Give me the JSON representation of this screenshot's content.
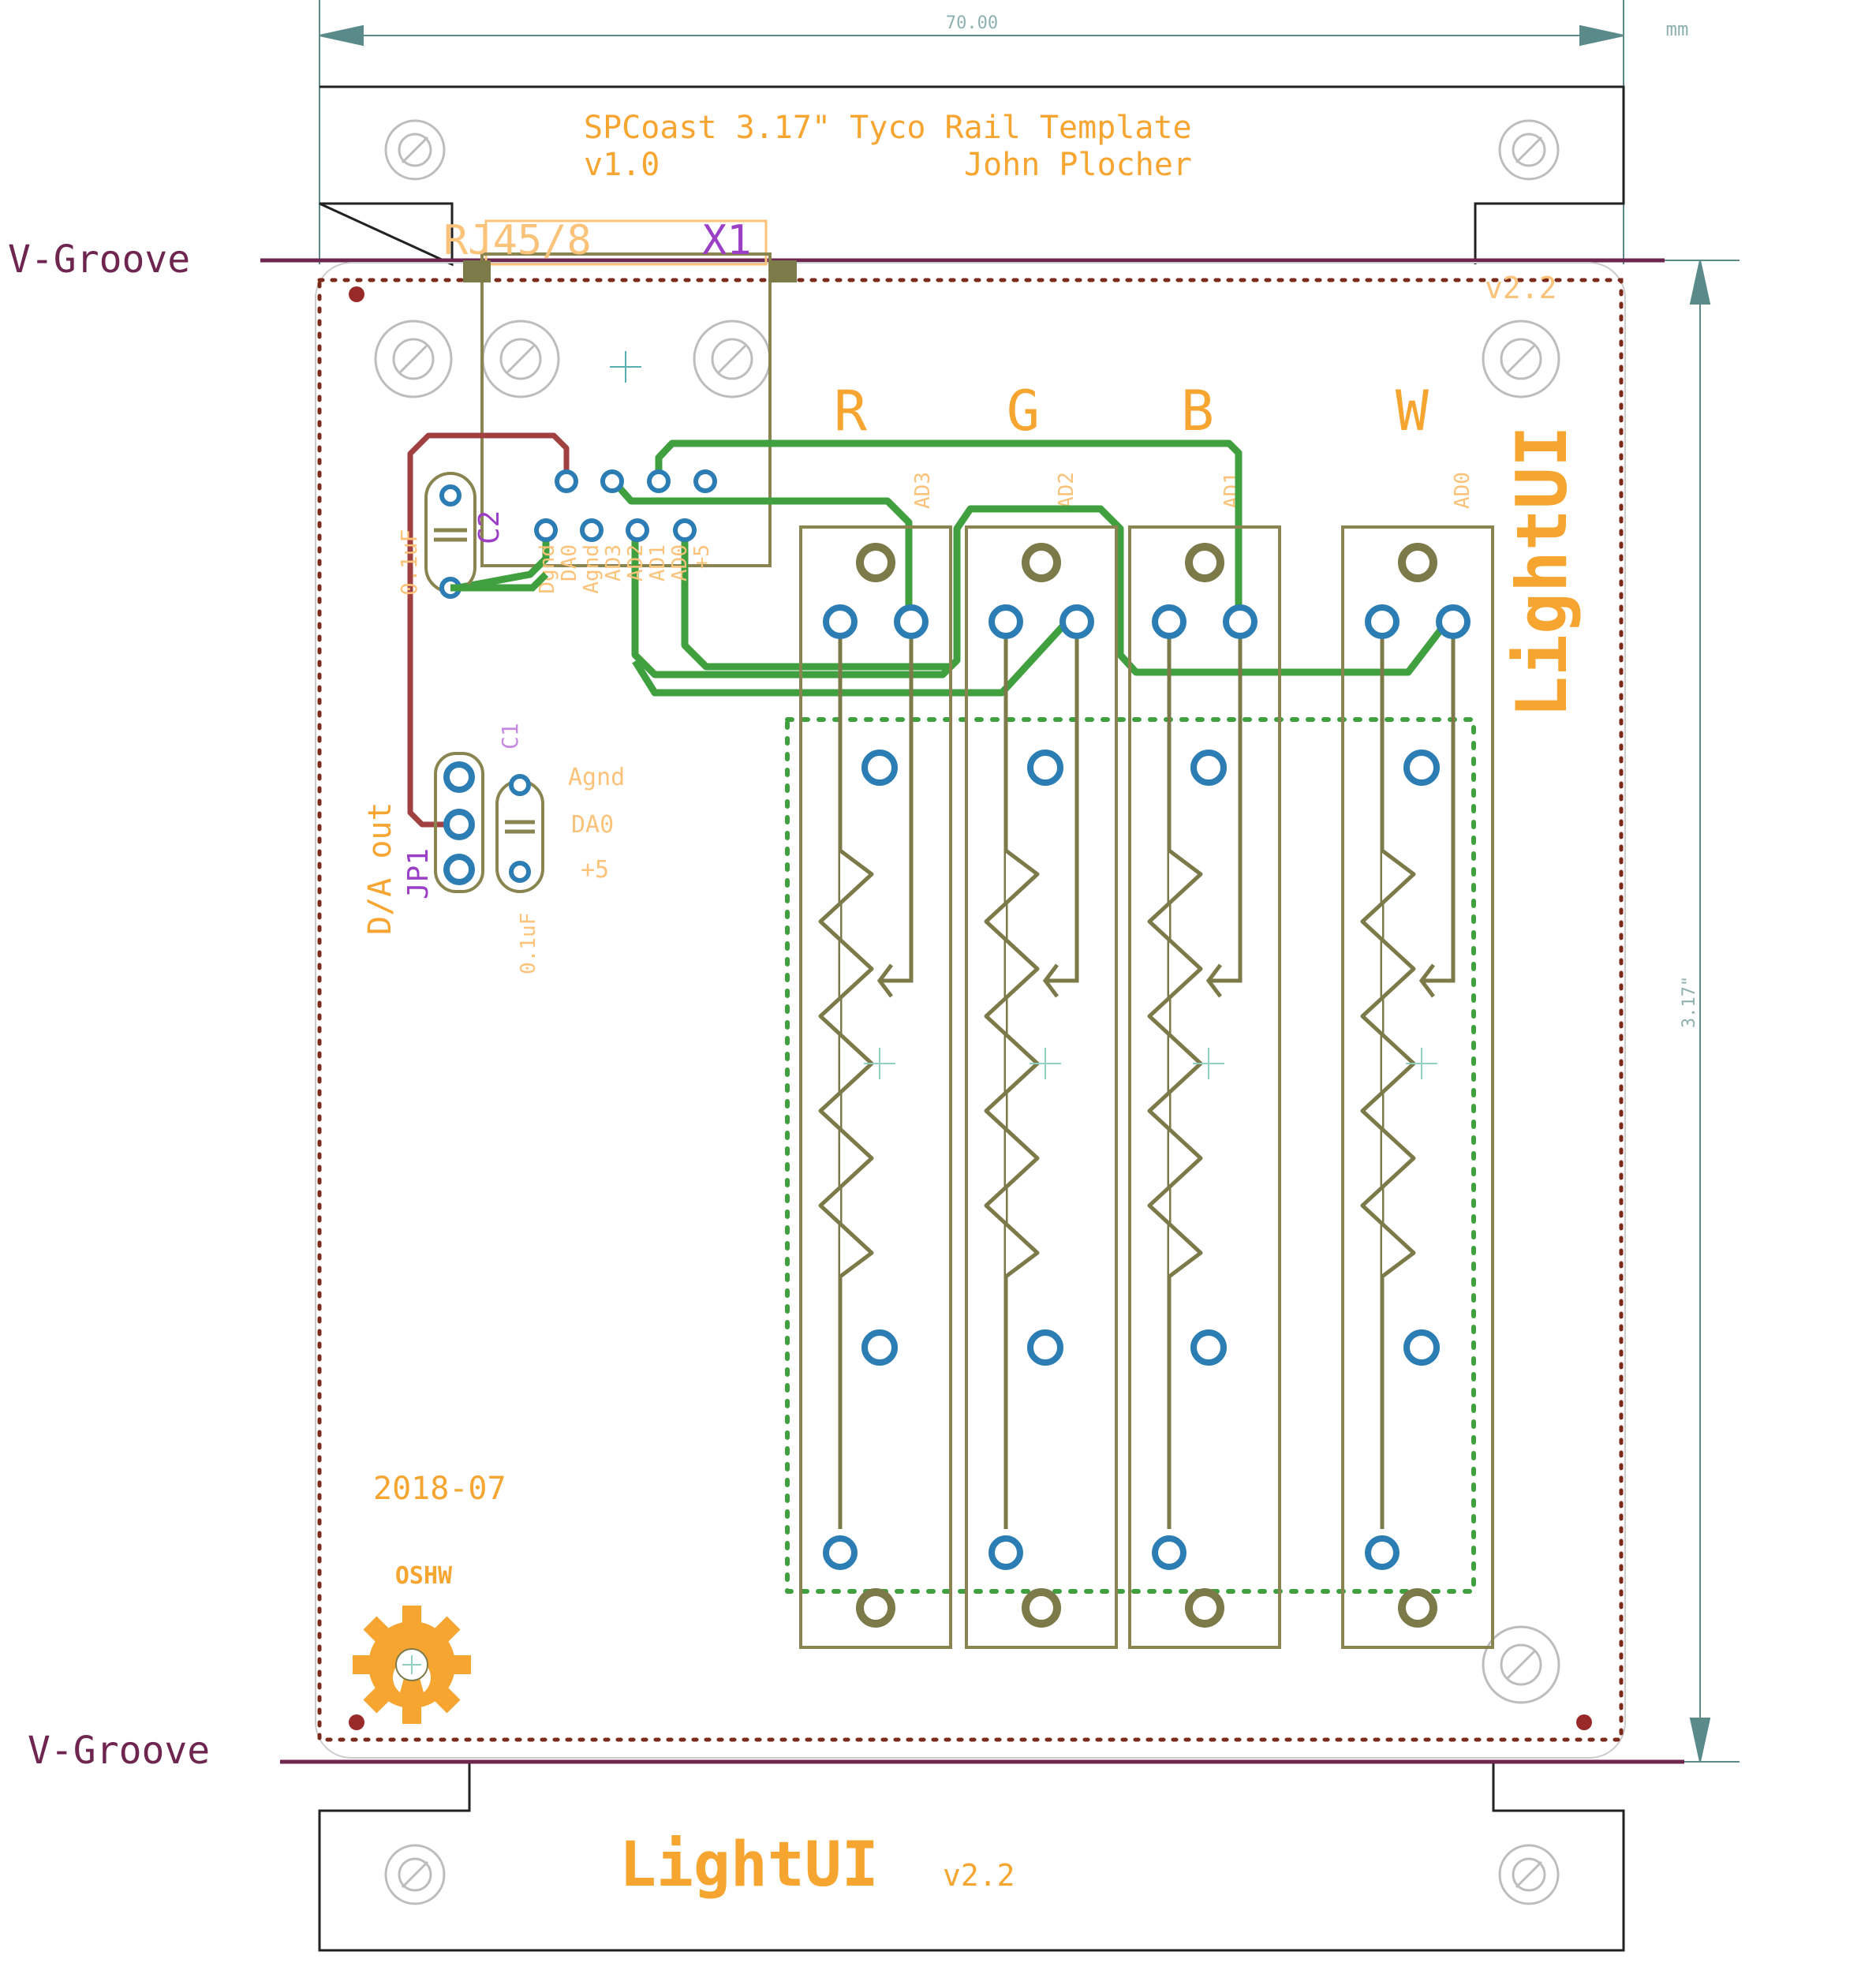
{
  "colors": {
    "outline": "#7f7f7f",
    "silk": "#7d7a4a",
    "orange": "#f7a531",
    "orange_light": "#fbc27a",
    "purple": "#9b3fc7",
    "copper_top": "#a04040",
    "copper_bottom": "#40a040",
    "pad": "#2b7db3",
    "groove": "#6e2650",
    "dim": "#5a8a8a",
    "dot": "#7a2a1a"
  },
  "dimensions": {
    "width": "70.00",
    "units": "mm",
    "height": "3.17\""
  },
  "title": {
    "line1": "SPCoast 3.17\" Tyco Rail Template",
    "line2": "v1.0",
    "author": "John Plocher"
  },
  "v_groove_label": "V-Groove",
  "version": "v2.2",
  "connector": {
    "name": "X1",
    "value": "RJ45/8",
    "pins": [
      "Dgnd",
      "DA0",
      "Agnd",
      "AD3",
      "AD2",
      "AD1",
      "AD0",
      "+5"
    ]
  },
  "channels": [
    {
      "label": "R",
      "signal": "AD3"
    },
    {
      "label": "G",
      "signal": "AD2"
    },
    {
      "label": "B",
      "signal": "AD1"
    },
    {
      "label": "W",
      "signal": "AD0"
    }
  ],
  "board_name": "LightUI",
  "capacitors": [
    {
      "name": "C2",
      "value": "0.1uF"
    },
    {
      "name": "C1",
      "value": "0.1uF"
    }
  ],
  "jumper": {
    "name": "JP1",
    "label": "D/A out",
    "pins": [
      "Agnd",
      "DA0",
      "+5"
    ]
  },
  "date": "2018-07",
  "oshw": "OSHW",
  "footer": {
    "name": "LightUI",
    "version": "v2.2"
  }
}
